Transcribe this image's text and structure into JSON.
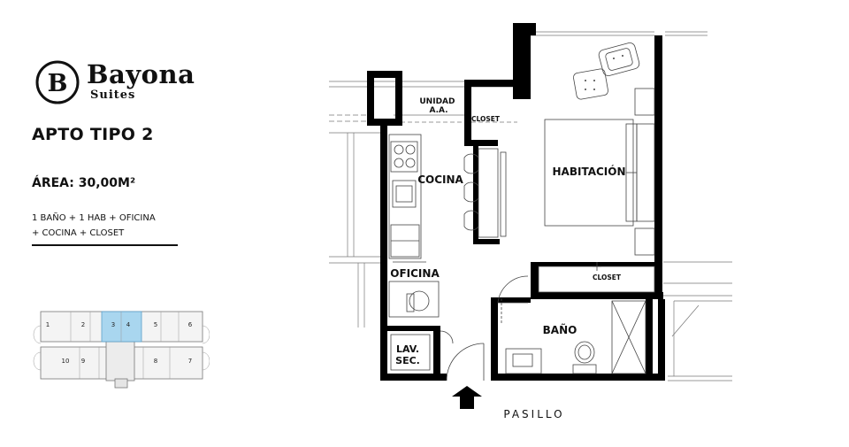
{
  "brand": {
    "name": "Bayona",
    "sub": "Suites",
    "monogram": "B"
  },
  "unit_title": "APTO TIPO 2",
  "area": {
    "label": "ÁREA:",
    "value": "30,00M²"
  },
  "description": {
    "line1": "1 BAÑO + 1 HAB + OFICINA",
    "line2": "+ COCINA + CLOSET"
  },
  "key_plan": {
    "units_top": [
      "1",
      "2",
      "3",
      "4",
      "5",
      "6"
    ],
    "units_bottom": [
      "10",
      "9",
      "8",
      "7"
    ],
    "highlight_color": "#a9d6ef"
  },
  "floor_plan": {
    "rooms": {
      "unidad_aa": "UNIDAD A.A.",
      "closet_1": "CLOSET",
      "cocina": "COCINA",
      "habitacion": "HABITACIÓN",
      "oficina": "OFICINA",
      "closet_2": "CLOSET",
      "bano": "BAÑO",
      "lav_sec": "LAV. SEC."
    },
    "corridor": "PASILLO",
    "icons": [
      "entry-arrow-icon",
      "bed-icon",
      "armchair-icon",
      "desk-chair-icon",
      "toilet-icon",
      "sink-icon",
      "stove-icon"
    ]
  }
}
